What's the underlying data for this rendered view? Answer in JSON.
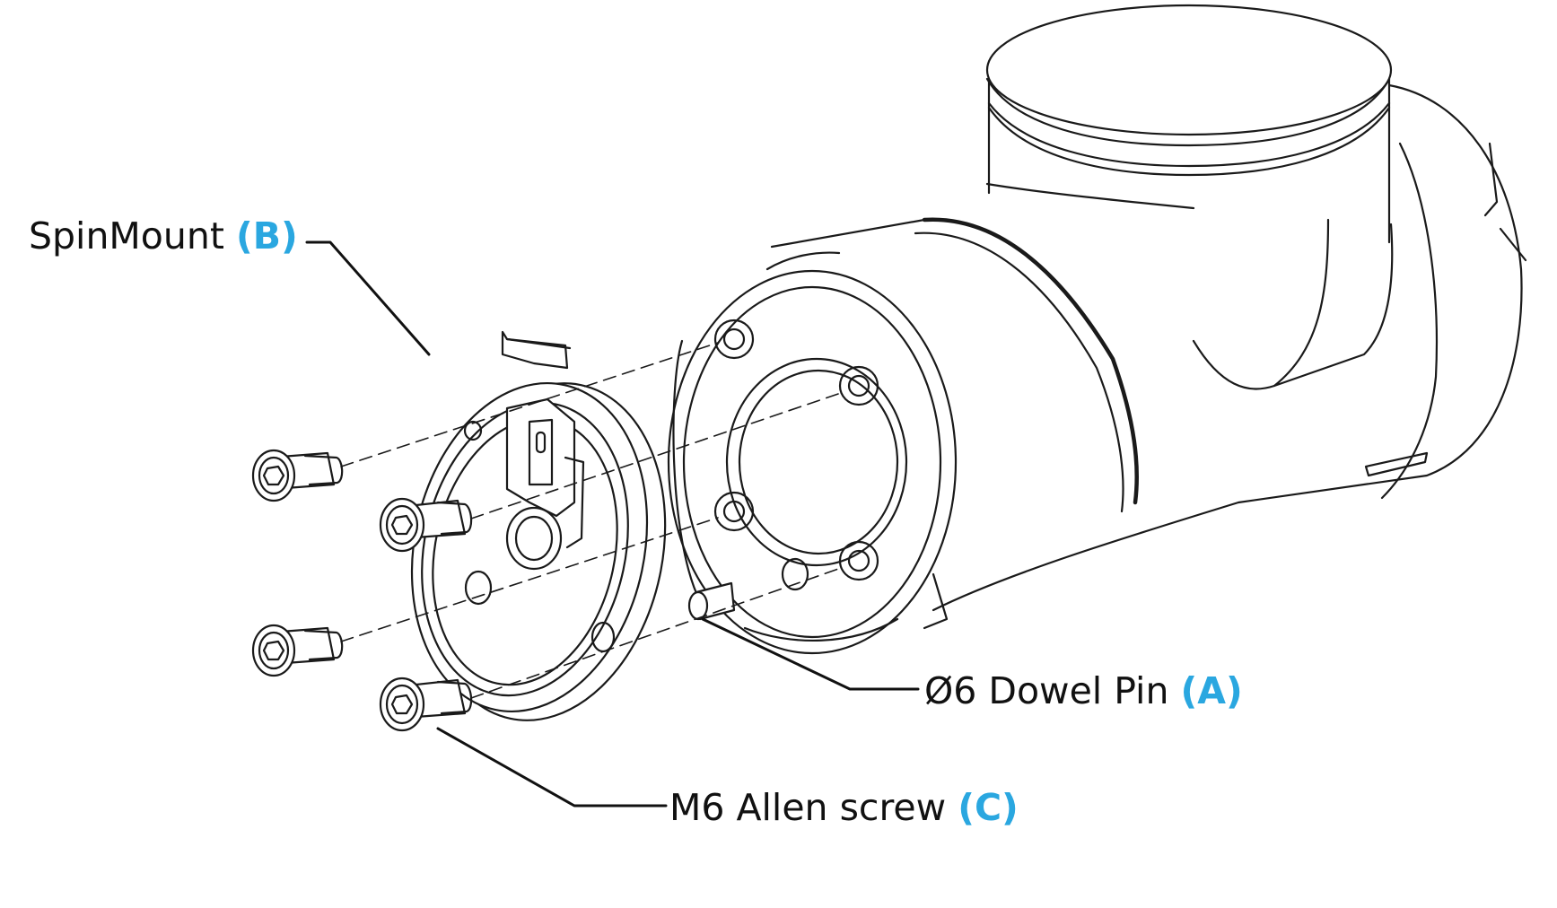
{
  "colors": {
    "line": "#1a1a1a",
    "fill": "#ffffff",
    "soft_fill": "#f4f4f4",
    "accent": "#2aa7e0"
  },
  "labels": {
    "spinmount": {
      "name": "SpinMount",
      "code": "(B)"
    },
    "dowel": {
      "name": "Ø6 Dowel Pin",
      "code": "(A)"
    },
    "screw": {
      "name": "M6 Allen screw",
      "code": "(C)"
    }
  },
  "icons": [
    "allen-screw-icon",
    "dowel-pin-icon",
    "spinmount-ring-icon",
    "robot-joint-icon"
  ]
}
